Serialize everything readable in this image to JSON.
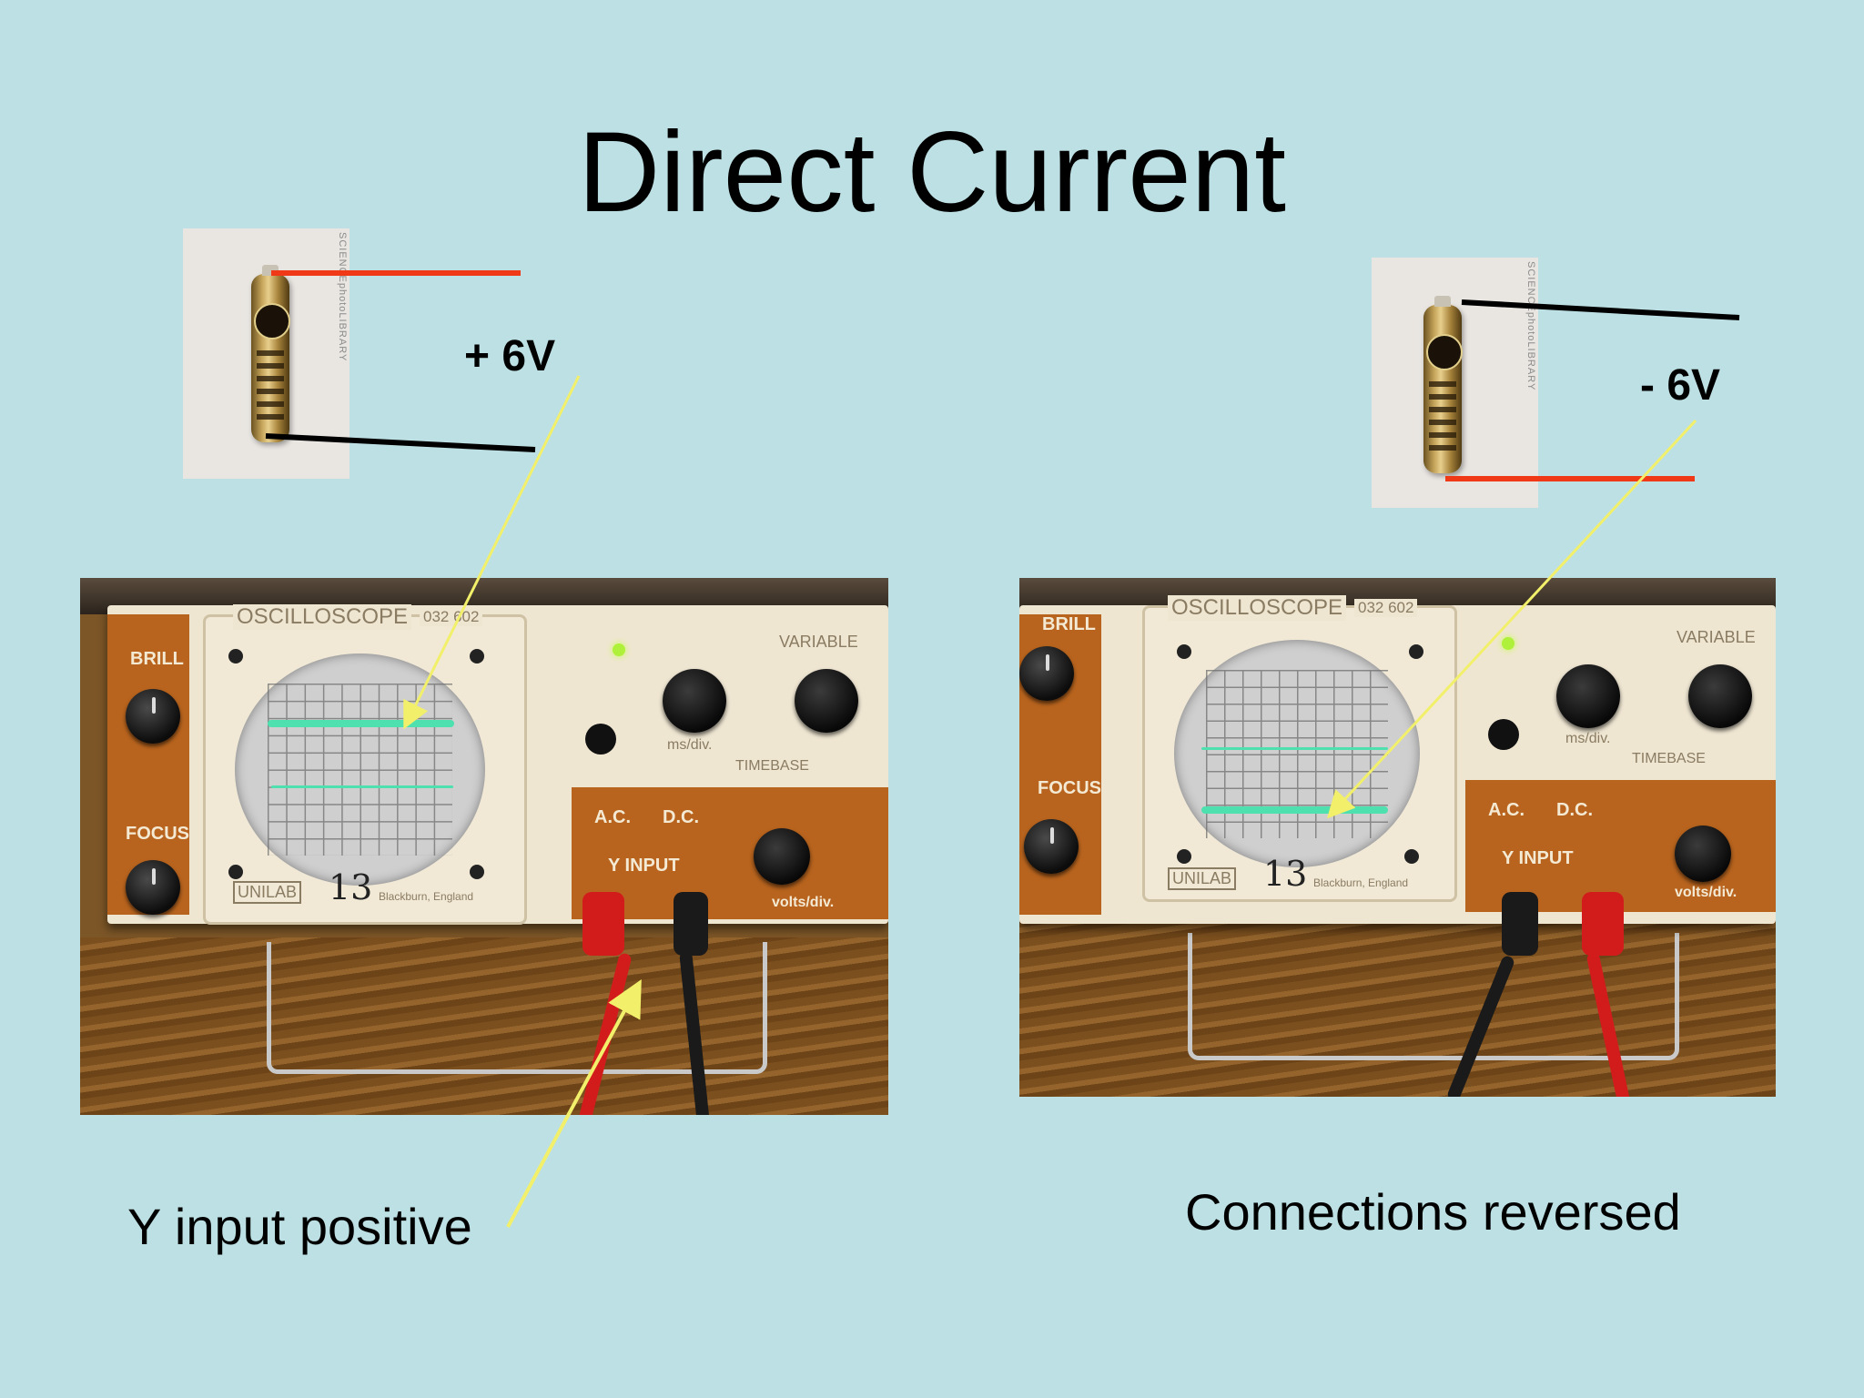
{
  "slide": {
    "title": "Direct Current",
    "left_voltage": "+ 6V",
    "right_voltage": "- 6V",
    "left_caption": "Y input positive",
    "right_caption": "Connections reversed"
  },
  "photos": {
    "battery_watermark": "SCIENCEphotoLIBRARY",
    "scope_name": "OSCILLOSCOPE",
    "scope_model": "032 602",
    "brill": "BRILL",
    "focus": "FOCUS",
    "variable": "VARIABLE",
    "timebase": "TIMEBASE",
    "ms_div": "ms/div.",
    "ac": "A.C.",
    "dc": "D.C.",
    "y_input": "Y INPUT",
    "volts_div": "volts/div.",
    "unilab": "UNILAB",
    "unit_number": "13",
    "blackburn": "Blackburn, England"
  },
  "colors": {
    "background": "#bde0e4",
    "red_wire": "#f03a17",
    "black_wire": "#000000",
    "arrow_yellow": "#f2f06a",
    "trace_green": "#4fe0b0"
  }
}
